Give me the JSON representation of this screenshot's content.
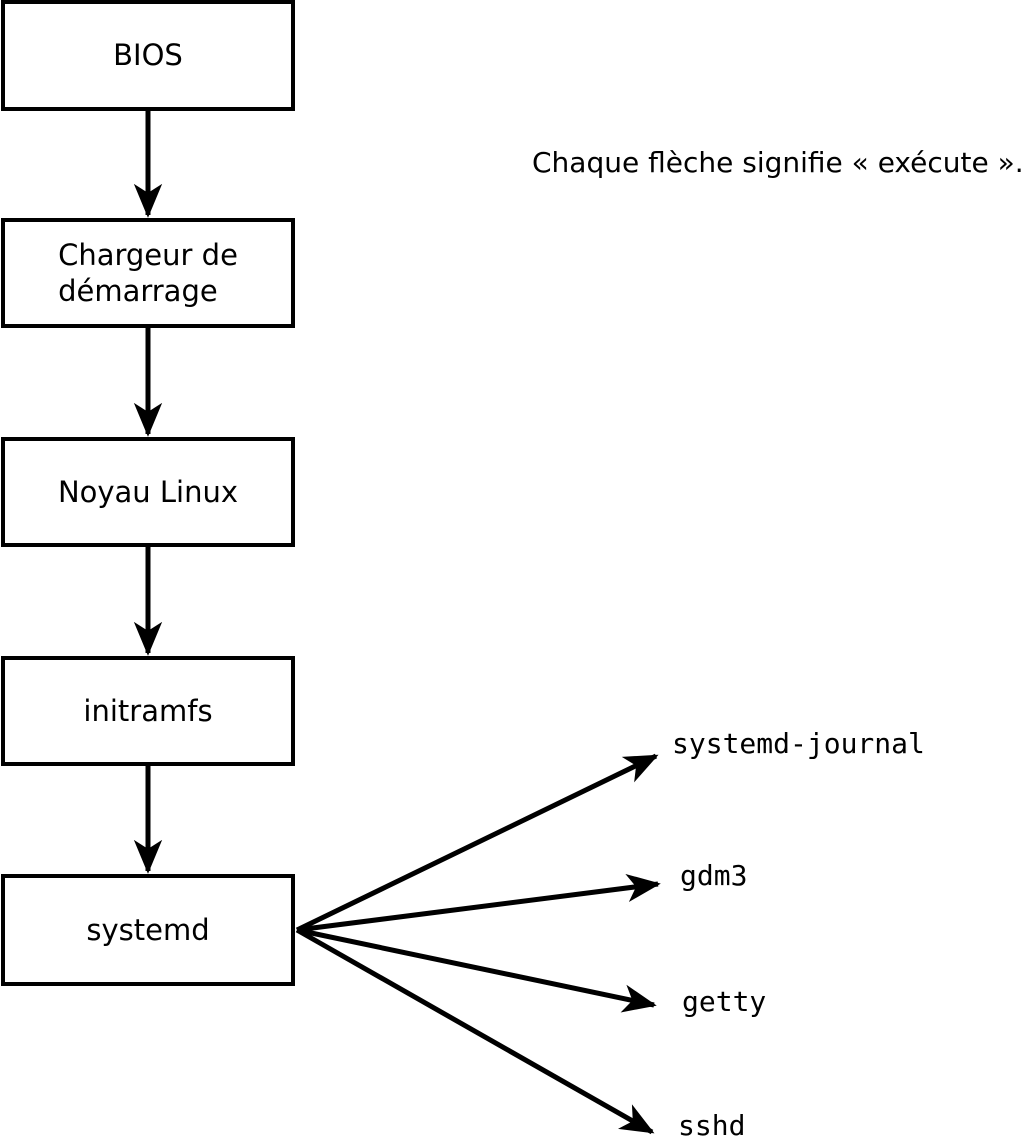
{
  "diagram": {
    "note": "Chaque flèche signifie « exécute ».",
    "boxes": [
      {
        "id": "bios",
        "label": "BIOS"
      },
      {
        "id": "bootloader",
        "label": "Chargeur de\ndémarrage"
      },
      {
        "id": "kernel",
        "label": "Noyau Linux"
      },
      {
        "id": "initramfs",
        "label": "initramfs"
      },
      {
        "id": "systemd",
        "label": "systemd"
      }
    ],
    "processes": [
      {
        "id": "systemd-journal",
        "label": "systemd-journal"
      },
      {
        "id": "gdm3",
        "label": "gdm3"
      },
      {
        "id": "getty",
        "label": "getty"
      },
      {
        "id": "sshd",
        "label": "sshd"
      }
    ],
    "arrow_meaning": "exécute",
    "colors": {
      "line": "#000000",
      "box_fill": "#ffffff",
      "background": "#ffffff"
    }
  }
}
